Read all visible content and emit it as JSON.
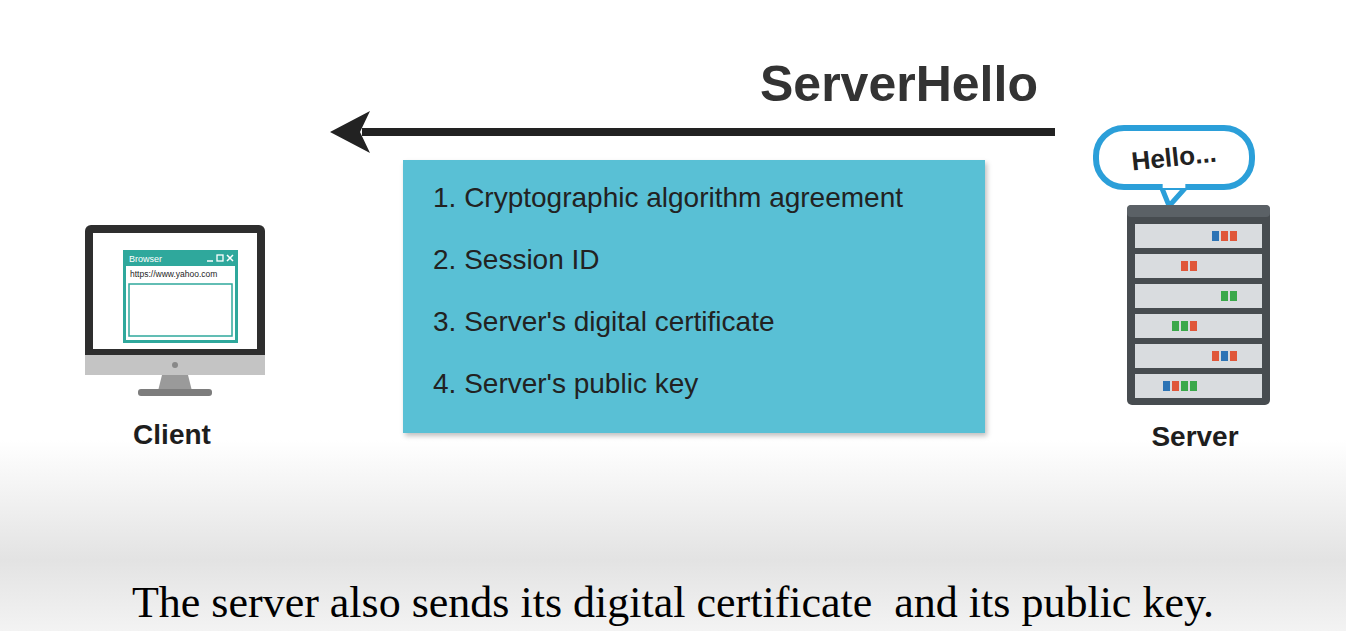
{
  "diagram": {
    "caption": "The server also sends its digital certificate  and its public key.",
    "nodes": [
      {
        "text": [
          "Client"
        ]
      },
      {
        "text": [
          "Browser",
          "https://www.yahoo.com"
        ],
        "in": 0
      },
      {
        "text": [
          "1. Cryptographic algorithm agreement",
          "2. Session ID",
          "3. Server's digital certificate",
          "4. Server's public key"
        ]
      },
      {
        "text": [
          "Hello..."
        ]
      },
      {
        "text": [
          "Server"
        ]
      }
    ],
    "edges": [
      {
        "from": 4,
        "to": 0,
        "arrow": "to",
        "label": "ServerHello"
      }
    ]
  }
}
